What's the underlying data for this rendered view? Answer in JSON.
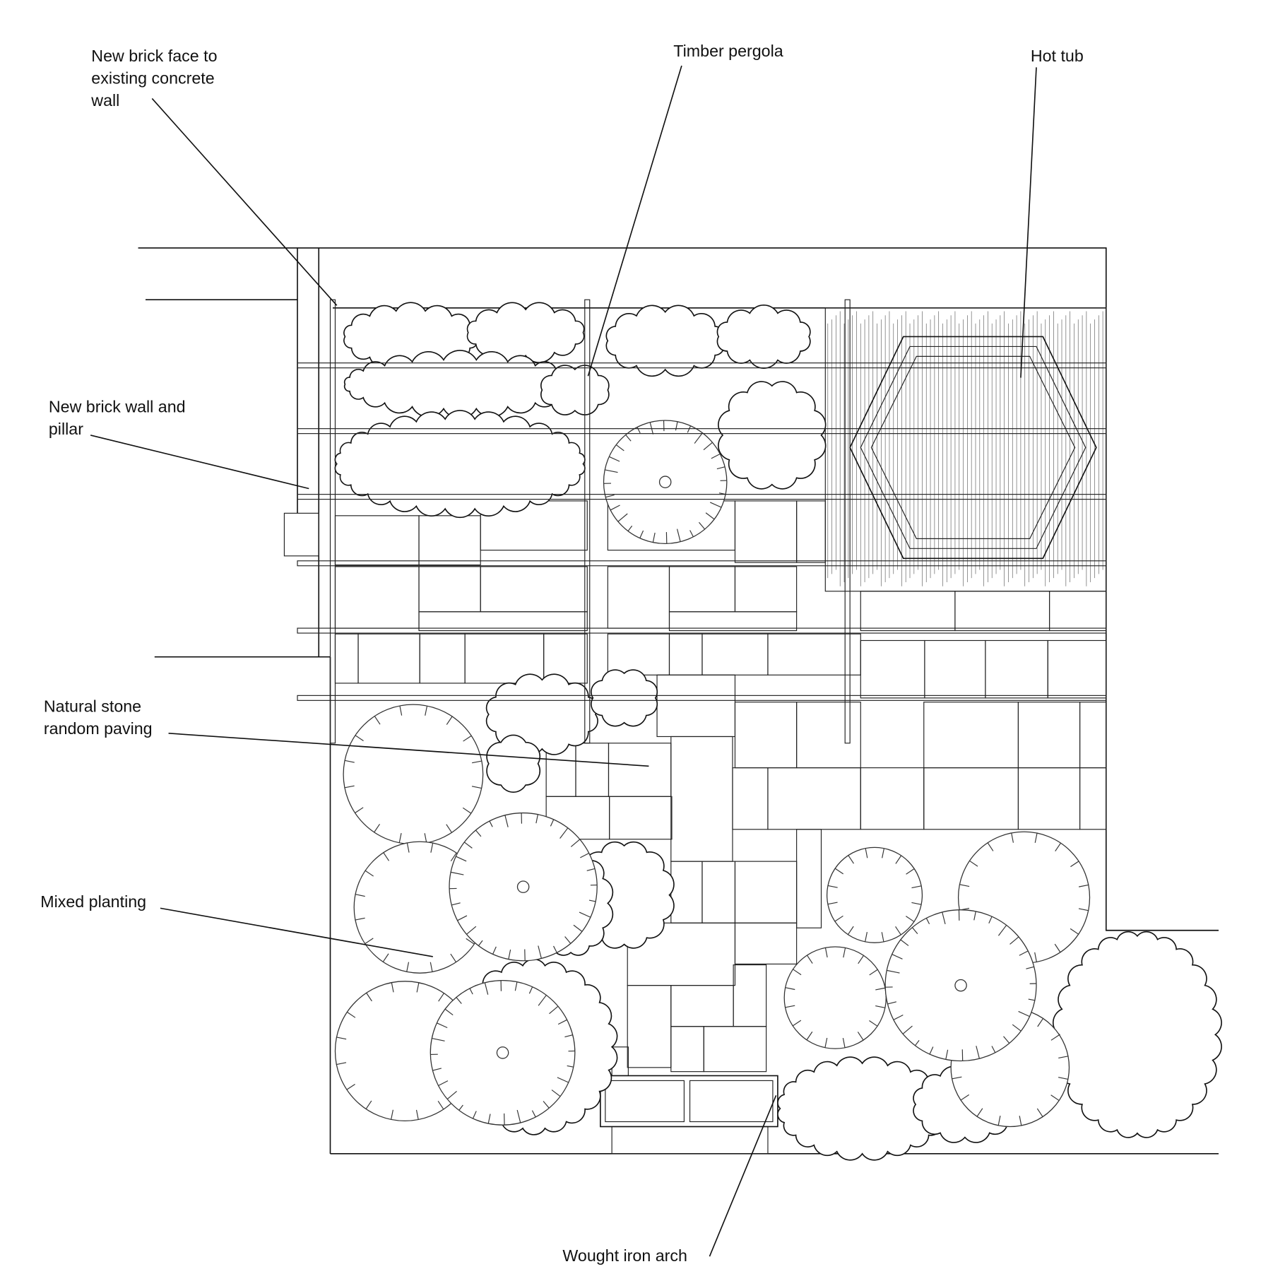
{
  "labels": {
    "brick_face": [
      "New brick face to",
      "existing concrete",
      "wall"
    ],
    "pergola": "Timber pergola",
    "hot_tub": "Hot tub",
    "brick_wall": [
      "New brick wall and",
      "pillar"
    ],
    "paving": [
      "Natural stone",
      "random paving"
    ],
    "planting": "Mixed planting",
    "arch": "Wought iron arch"
  }
}
